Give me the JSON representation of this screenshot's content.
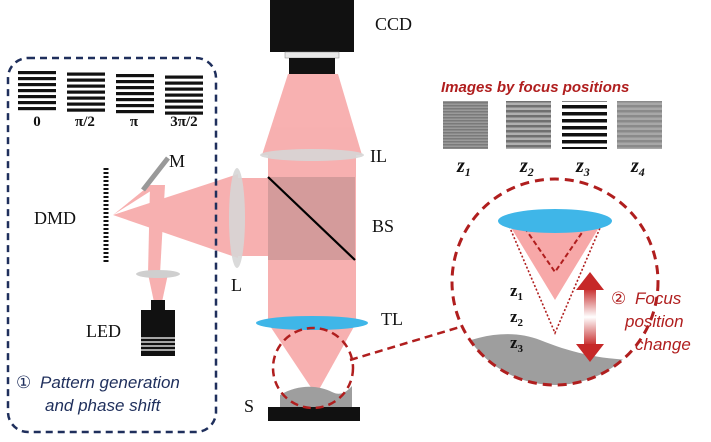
{
  "labels": {
    "ccd": "CCD",
    "il": "IL",
    "bs": "BS",
    "tl": "TL",
    "m": "M",
    "dmd": "DMD",
    "l": "L",
    "led": "LED",
    "s": "S"
  },
  "phases": [
    "0",
    "π/2",
    "π",
    "3π/2"
  ],
  "images_title": "Images by focus positions",
  "image_labels": [
    {
      "base": "z",
      "sub": "1"
    },
    {
      "base": "z",
      "sub": "2"
    },
    {
      "base": "z",
      "sub": "3"
    },
    {
      "base": "z",
      "sub": "4"
    }
  ],
  "zoom_labels": [
    {
      "base": "z",
      "sub": "1"
    },
    {
      "base": "z",
      "sub": "2"
    },
    {
      "base": "z",
      "sub": "3"
    }
  ],
  "pattern_caption": {
    "number": "①",
    "line1": "Pattern generation",
    "line2": "and phase shift"
  },
  "focus_caption": {
    "number": "②",
    "line1": "Focus",
    "line2": "position",
    "line3": "change"
  },
  "colors": {
    "beam": "#f7a8a8",
    "accent_red": "#b01e1e",
    "dashed_blue": "#1f2f5c",
    "lens_blue": "#3fb6e8",
    "lens_gray": "#cccccc"
  }
}
